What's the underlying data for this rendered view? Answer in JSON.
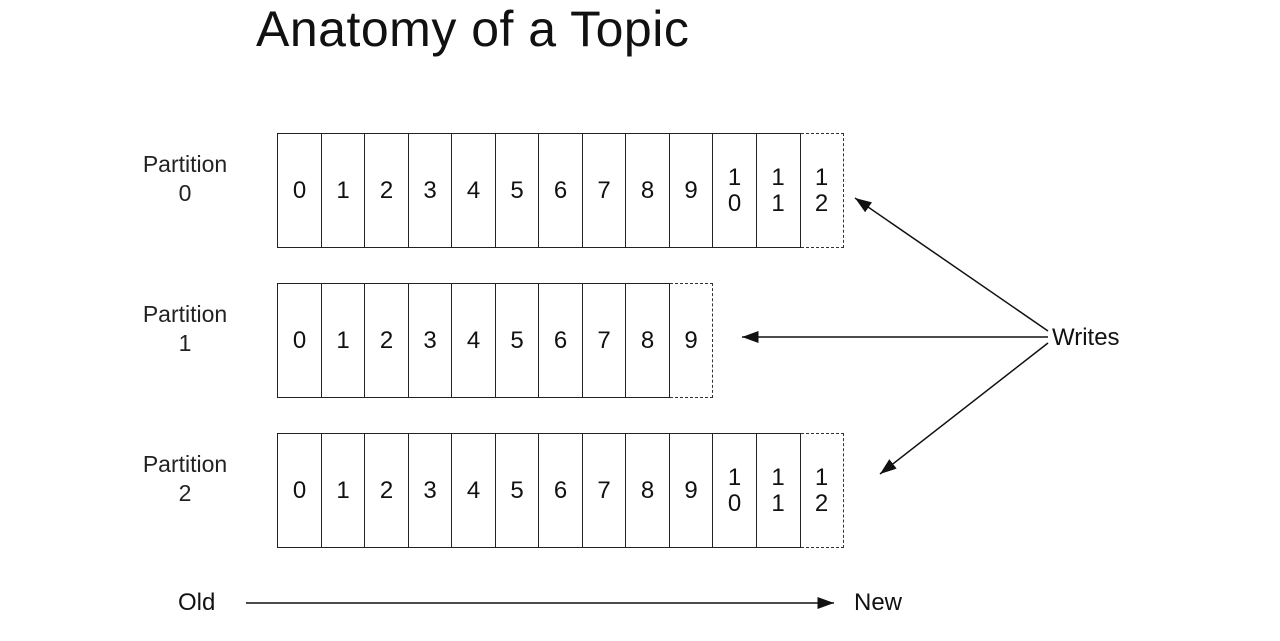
{
  "title": "Anatomy of a Topic",
  "writes_label": "Writes",
  "axis": {
    "old_label": "Old",
    "new_label": "New"
  },
  "partitions": [
    {
      "name": "Partition",
      "number": "0",
      "cells": [
        "0",
        "1",
        "2",
        "3",
        "4",
        "5",
        "6",
        "7",
        "8",
        "9",
        "10",
        "11"
      ],
      "dashed_cell": "12"
    },
    {
      "name": "Partition",
      "number": "1",
      "cells": [
        "0",
        "1",
        "2",
        "3",
        "4",
        "5",
        "6",
        "7",
        "8"
      ],
      "dashed_cell": "9"
    },
    {
      "name": "Partition",
      "number": "2",
      "cells": [
        "0",
        "1",
        "2",
        "3",
        "4",
        "5",
        "6",
        "7",
        "8",
        "9",
        "10",
        "11"
      ],
      "dashed_cell": "12"
    }
  ],
  "colors": {
    "line": "#111111",
    "border": "#222222",
    "background": "#ffffff"
  }
}
